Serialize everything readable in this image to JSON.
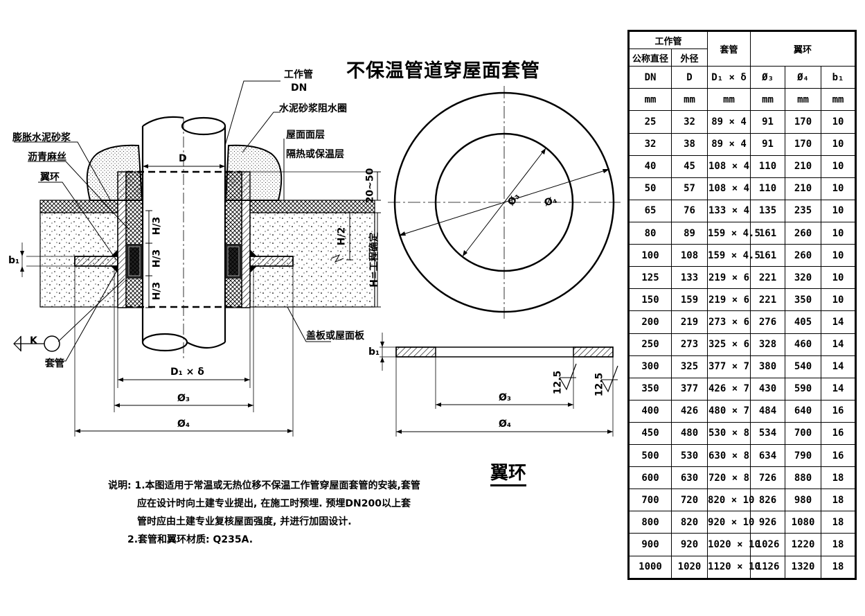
{
  "title": "不保温管道穿屋面套管",
  "ring_title": "翼环",
  "labels": {
    "work_pipe": "工作管",
    "dn": "DN",
    "cement_ring": "水泥砂浆阻水圈",
    "expand_mortar": "膨胀水泥砂浆",
    "asphalt": "沥青麻丝",
    "wing_ring": "翼环",
    "roof_surface": "屋面面层",
    "insulation": "隔热或保温层",
    "cover_plate": "盖板或屋面板",
    "sleeve": "套管",
    "d": "D",
    "d1": "D₁ × δ",
    "phi3": "Ø₃",
    "phi4": "Ø₄",
    "h3": "H/3",
    "h2": "H/2",
    "h_eng": "H=工程确定",
    "h_2050": "20~50",
    "b1": "b₁",
    "k": "K",
    "roughness": "12.5"
  },
  "notes": {
    "l1": "说明: 1.本图适用于常温或无热位移不保温工作管穿屋面套管的安装,套管",
    "l2": "应在设计时向土建专业提出, 在施工时预埋. 预埋DN200以上套",
    "l3": "管时应由土建专业复核屋面强度, 并进行加固设计.",
    "l4": "2.套管和翼环材质: Q235A."
  },
  "table": {
    "hdr_work": "工作管",
    "hdr_sleeve": "套管",
    "hdr_ring": "翼环",
    "hdr_nominal": "公称直径",
    "hdr_outer": "外径",
    "cols": [
      "DN",
      "D",
      "D₁ × δ",
      "Ø₃",
      "Ø₄",
      "b₁"
    ],
    "units": [
      "mm",
      "mm",
      "mm",
      "mm",
      "mm",
      "mm"
    ],
    "rows": [
      [
        "25",
        "32",
        "89 × 4",
        "91",
        "170",
        "10"
      ],
      [
        "32",
        "38",
        "89 × 4",
        "91",
        "170",
        "10"
      ],
      [
        "40",
        "45",
        "108 × 4",
        "110",
        "210",
        "10"
      ],
      [
        "50",
        "57",
        "108 × 4",
        "110",
        "210",
        "10"
      ],
      [
        "65",
        "76",
        "133 × 4",
        "135",
        "235",
        "10"
      ],
      [
        "80",
        "89",
        "159 × 4.5",
        "161",
        "260",
        "10"
      ],
      [
        "100",
        "108",
        "159 × 4.5",
        "161",
        "260",
        "10"
      ],
      [
        "125",
        "133",
        "219 × 6",
        "221",
        "320",
        "10"
      ],
      [
        "150",
        "159",
        "219 × 6",
        "221",
        "350",
        "10"
      ],
      [
        "200",
        "219",
        "273 × 6",
        "276",
        "405",
        "14"
      ],
      [
        "250",
        "273",
        "325 × 6",
        "328",
        "460",
        "14"
      ],
      [
        "300",
        "325",
        "377 × 7",
        "380",
        "540",
        "14"
      ],
      [
        "350",
        "377",
        "426 × 7",
        "430",
        "590",
        "14"
      ],
      [
        "400",
        "426",
        "480 × 7",
        "484",
        "640",
        "16"
      ],
      [
        "450",
        "480",
        "530 × 8",
        "534",
        "700",
        "16"
      ],
      [
        "500",
        "530",
        "630 × 8",
        "634",
        "790",
        "16"
      ],
      [
        "600",
        "630",
        "720 × 8",
        "726",
        "880",
        "18"
      ],
      [
        "700",
        "720",
        "820 × 10",
        "826",
        "980",
        "18"
      ],
      [
        "800",
        "820",
        "920 × 10",
        "926",
        "1080",
        "18"
      ],
      [
        "900",
        "920",
        "1020 × 10",
        "1026",
        "1220",
        "18"
      ],
      [
        "1000",
        "1020",
        "1120 × 10",
        "1126",
        "1320",
        "18"
      ]
    ]
  }
}
